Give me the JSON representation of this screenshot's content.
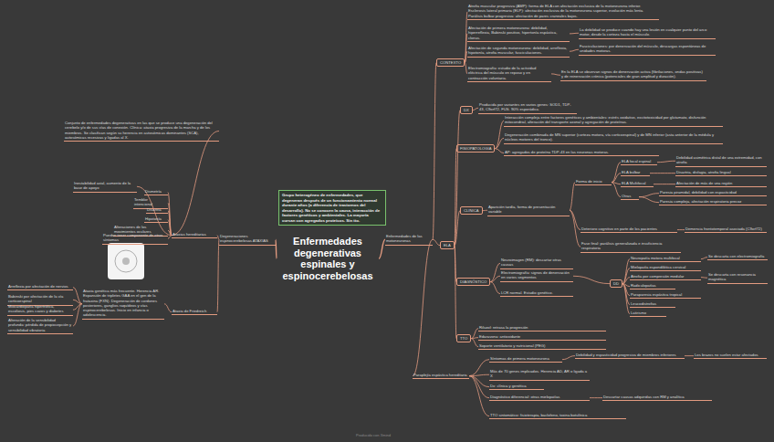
{
  "diagram": {
    "nodes": [
      {
        "text": [
          "Enfermedades degenerativas espinales y espinocerebelosas"
        ]
      },
      {
        "text": [
          "Grupo heterogéneo de enfermedades, que degeneran después de un funcionamiento normal durante años (a diferencia de trastornos del desarrollo). No se conocen la causa, interacción de factores genéticos y ambientales. La mayoría cursan con agregados proteicos. Sin tto."
        ]
      },
      {
        "text": [
          "Degeneraciones espinocerebelosas ATAXIAS"
        ]
      },
      {
        "text": [
          "Ataxias hereditarias"
        ]
      },
      {
        "text": [
          "Ataxia de Friedreich"
        ]
      },
      {
        "text": [
          "Inestabilidad axial, aumento de la base de apoyo"
        ]
      },
      {
        "text": [
          "Dismetría"
        ]
      },
      {
        "text": [
          "Temblor intencional"
        ]
      },
      {
        "text": [
          "Disartria"
        ]
      },
      {
        "text": [
          "Hipotonía"
        ]
      },
      {
        "text": [
          "Alteraciones de los movimientos oculares"
        ]
      },
      {
        "text": [
          "Pueden tener componente de otros síntomas"
        ]
      },
      {
        "text": [
          "Conjunto de enfermedades degenerativas en las que se produce una degeneración del cerebelo y/o de sus vías de conexión. Clínica: ataxia progresiva de la marcha y de los miembros. Se clasifican según su herencia en autosómicas dominantes (SCA), autosómicas recesivas y ligadas al X."
        ]
      },
      {
        "text": [
          "Ataxia genética más frecuente. Herencia AR. Expansión de tripletes GAA en el gen de la frataxina (FXN). Degeneración de cordones posteriores, ganglios raquídeos y vías espinocerebelosas. Inicio en infancia o adolescencia."
        ]
      },
      {
        "text": [
          "Arreflexia por afectación de nervios"
        ]
      },
      {
        "text": [
          "Babinski por afectación de la vía corticoespinal"
        ]
      },
      {
        "text": [
          "Miocardiopatía hipertrófica, escoliosis, pies cavos y diabetes"
        ]
      },
      {
        "text": [
          "Alteración de la sensibilidad profunda: pérdida de propiocepción y sensibilidad vibratoria"
        ]
      },
      {
        "text": [
          "Enfermedades de las motoneuronas"
        ]
      },
      {
        "text": [
          "CONTEXTO"
        ]
      },
      {
        "text": [
          "Atrofia muscular progresiva (AMP): forma de ELA con afectación exclusiva de la motoneurona inferior. Esclerosis lateral primaria (ELP): afectación exclusiva de la motoneurona superior, evolución más lenta. Parálisis bulbar progresiva: afectación de pares craneales bajos."
        ]
      },
      {
        "text": [
          "Afectación de primera motoneurona: debilidad, hiperreflexia, Babinski positivo, hipertonía espástica, clonus."
        ]
      },
      {
        "text": [
          "Afectación de segunda motoneurona: debilidad, arreflexia, hipotonía, atrofia muscular, fasciculaciones."
        ]
      },
      {
        "text": [
          "Electromiografía: estudio de la actividad eléctrica del músculo en reposo y en contracción voluntaria."
        ]
      },
      {
        "text": [
          "La debilidad se produce cuando hay una lesión en cualquier punto del arco motor, desde la corteza hasta el músculo."
        ]
      },
      {
        "text": [
          "Fasciculaciones: por denervación del músculo, descargas espontáneas de unidades motoras."
        ]
      },
      {
        "text": [
          "En la ELA se observan signos de denervación activa (fibrilaciones, ondas positivas) y de reinervación crónica (potenciales de gran amplitud y duración)."
        ]
      },
      {
        "text": [
          "ELA"
        ]
      },
      {
        "text": [
          "DX"
        ]
      },
      {
        "text": [
          "Producida por variantes en varios genes: SOD1, TDP-43, C9orf72, FUS. 90% esporádica."
        ]
      },
      {
        "text": [
          "FISIOPATOLOGÍA"
        ]
      },
      {
        "text": [
          "Interacción compleja entre factores genéticos y ambientales: estrés oxidativo, excitotoxicidad por glutamato, disfunción mitocondrial, alteración del transporte axonal y agregación de proteínas."
        ]
      },
      {
        "text": [
          "Degeneración combinada de MN superior (corteza motora, vía corticoespinal) y de MN inferior (asta anterior de la médula y núcleos motores del tronco)."
        ]
      },
      {
        "text": [
          "AP: agregados de proteína TDP-43 en las neuronas motoras."
        ]
      },
      {
        "text": [
          "CLÍNICA"
        ]
      },
      {
        "text": [
          "Aparición tardía, forma de presentación variable"
        ]
      },
      {
        "text": [
          "Forma de inicio"
        ]
      },
      {
        "text": [
          "ELA focal espinal"
        ]
      },
      {
        "text": [
          "Debilidad asimétrica distal de una extremidad, con atrofia"
        ]
      },
      {
        "text": [
          "ELA bulbar"
        ]
      },
      {
        "text": [
          "Disartria, disfagia, atrofia lingual"
        ]
      },
      {
        "text": [
          "ELA Multifocal"
        ]
      },
      {
        "text": [
          "Afectación de más de una región"
        ]
      },
      {
        "text": [
          "Otras"
        ]
      },
      {
        "text": [
          "Paresia piramidal, debilidad con espasticidad"
        ]
      },
      {
        "text": [
          "Paresia compleja, afectación respiratoria precoz"
        ]
      },
      {
        "text": [
          "Deterioro cognitivo en parte de los pacientes"
        ]
      },
      {
        "text": [
          "Fase final: parálisis generalizada e insuficiencia respiratoria"
        ]
      },
      {
        "text": [
          "Demencia frontotemporal asociada (C9orf72)"
        ]
      },
      {
        "text": [
          "DIAGNÓSTICO"
        ]
      },
      {
        "text": [
          "Neuroimagen (RM): descartar otras causas"
        ]
      },
      {
        "text": [
          "Electromiografía: signos de denervación en varios segmentos"
        ]
      },
      {
        "text": [
          "LCR normal. Estudio genético."
        ]
      },
      {
        "text": [
          "DD"
        ]
      },
      {
        "text": [
          "Neuropatía motora multifocal"
        ]
      },
      {
        "text": [
          "Mielopatía espondilótica cervical"
        ]
      },
      {
        "text": [
          "Atrofia por compresión medular"
        ]
      },
      {
        "text": [
          "Radiculopatías"
        ]
      },
      {
        "text": [
          "Paraparesia espástica tropical"
        ]
      },
      {
        "text": [
          "Leucodistrofias"
        ]
      },
      {
        "text": [
          "Latirismo"
        ]
      },
      {
        "text": [
          "Se descarta con electromiografía"
        ]
      },
      {
        "text": [
          "Se descarta con resonancia magnética"
        ]
      },
      {
        "text": [
          "TTO"
        ]
      },
      {
        "text": [
          "Riluzol: retrasa la progresión"
        ]
      },
      {
        "text": [
          "Edaravona: antioxidante"
        ]
      },
      {
        "text": [
          "Soporte ventilatorio y nutricional (PEG)"
        ]
      },
      {
        "text": [
          "Paraplejía espástica hereditaria"
        ]
      },
      {
        "text": [
          "Síntomas de primera motoneurona"
        ]
      },
      {
        "text": [
          "Debilidad y espasticidad progresiva de miembros inferiores"
        ]
      },
      {
        "text": [
          "Los brazos no suelen estar afectados"
        ]
      },
      {
        "text": [
          "Más de 70 genes implicados. Herencia AD, AR o ligada a X"
        ]
      },
      {
        "text": [
          "Dx: clínica y genética"
        ]
      },
      {
        "text": [
          "Diagnóstico diferencial: otras mielopatías"
        ]
      },
      {
        "text": [
          "Descartar causas adquiridas con RM y analítica"
        ]
      },
      {
        "text": [
          "TTO sintomático: fisioterapia, baclofeno, toxina botulínica"
        ]
      }
    ],
    "edges": [
      {
        "from": 0,
        "to": 2,
        "arrow": "none"
      },
      {
        "from": 2,
        "to": 3,
        "arrow": "none"
      },
      {
        "from": 2,
        "to": 4,
        "arrow": "none"
      },
      {
        "from": 3,
        "to": 5,
        "arrow": "none"
      },
      {
        "from": 3,
        "to": 6,
        "arrow": "none"
      },
      {
        "from": 3,
        "to": 7,
        "arrow": "none"
      },
      {
        "from": 3,
        "to": 8,
        "arrow": "none"
      },
      {
        "from": 3,
        "to": 9,
        "arrow": "none"
      },
      {
        "from": 3,
        "to": 10,
        "arrow": "none"
      },
      {
        "from": 3,
        "to": 11,
        "arrow": "none"
      },
      {
        "from": 3,
        "to": 12,
        "arrow": "none"
      },
      {
        "from": 4,
        "to": 13,
        "arrow": "none"
      },
      {
        "from": 13,
        "to": 14,
        "arrow": "none"
      },
      {
        "from": 13,
        "to": 15,
        "arrow": "none"
      },
      {
        "from": 13,
        "to": 16,
        "arrow": "none"
      },
      {
        "from": 13,
        "to": 17,
        "arrow": "none"
      },
      {
        "from": 0,
        "to": 18,
        "arrow": "none"
      },
      {
        "from": 18,
        "to": 19,
        "arrow": "none"
      },
      {
        "from": 19,
        "to": 20,
        "arrow": "none"
      },
      {
        "from": 19,
        "to": 21,
        "arrow": "none"
      },
      {
        "from": 19,
        "to": 22,
        "arrow": "none"
      },
      {
        "from": 19,
        "to": 23,
        "arrow": "none"
      },
      {
        "from": 21,
        "to": 24,
        "arrow": "none"
      },
      {
        "from": 22,
        "to": 25,
        "arrow": "none"
      },
      {
        "from": 23,
        "to": 26,
        "arrow": "none"
      },
      {
        "from": 18,
        "to": 27,
        "arrow": "none"
      },
      {
        "from": 27,
        "to": 28,
        "arrow": "none"
      },
      {
        "from": 28,
        "to": 29,
        "arrow": "none"
      },
      {
        "from": 27,
        "to": 30,
        "arrow": "none"
      },
      {
        "from": 30,
        "to": 31,
        "arrow": "none"
      },
      {
        "from": 30,
        "to": 32,
        "arrow": "none"
      },
      {
        "from": 30,
        "to": 33,
        "arrow": "none"
      },
      {
        "from": 27,
        "to": 34,
        "arrow": "none"
      },
      {
        "from": 34,
        "to": 35,
        "arrow": "none"
      },
      {
        "from": 35,
        "to": 36,
        "arrow": "none"
      },
      {
        "from": 36,
        "to": 37,
        "arrow": "none"
      },
      {
        "from": 36,
        "to": 39,
        "arrow": "none"
      },
      {
        "from": 36,
        "to": 41,
        "arrow": "none"
      },
      {
        "from": 36,
        "to": 43,
        "arrow": "none"
      },
      {
        "from": 37,
        "to": 38,
        "arrow": "none"
      },
      {
        "from": 39,
        "to": 40,
        "arrow": "none"
      },
      {
        "from": 41,
        "to": 42,
        "arrow": "none"
      },
      {
        "from": 43,
        "to": 44,
        "arrow": "none"
      },
      {
        "from": 43,
        "to": 45,
        "arrow": "none"
      },
      {
        "from": 35,
        "to": 46,
        "arrow": "none"
      },
      {
        "from": 35,
        "to": 47,
        "arrow": "none"
      },
      {
        "from": 46,
        "to": 48,
        "arrow": "none"
      },
      {
        "from": 27,
        "to": 49,
        "arrow": "none"
      },
      {
        "from": 49,
        "to": 50,
        "arrow": "none"
      },
      {
        "from": 49,
        "to": 51,
        "arrow": "none"
      },
      {
        "from": 49,
        "to": 52,
        "arrow": "none"
      },
      {
        "from": 51,
        "to": 53,
        "arrow": "none"
      },
      {
        "from": 53,
        "to": 54,
        "arrow": "none"
      },
      {
        "from": 53,
        "to": 55,
        "arrow": "none"
      },
      {
        "from": 53,
        "to": 56,
        "arrow": "none"
      },
      {
        "from": 53,
        "to": 57,
        "arrow": "none"
      },
      {
        "from": 53,
        "to": 58,
        "arrow": "none"
      },
      {
        "from": 53,
        "to": 59,
        "arrow": "none"
      },
      {
        "from": 53,
        "to": 60,
        "arrow": "none"
      },
      {
        "from": 54,
        "to": 61,
        "arrow": "none"
      },
      {
        "from": 56,
        "to": 62,
        "arrow": "none"
      },
      {
        "from": 27,
        "to": 63,
        "arrow": "none"
      },
      {
        "from": 63,
        "to": 64,
        "arrow": "none"
      },
      {
        "from": 63,
        "to": 65,
        "arrow": "none"
      },
      {
        "from": 63,
        "to": 66,
        "arrow": "none"
      },
      {
        "from": 18,
        "to": 67,
        "arrow": "none"
      },
      {
        "from": 67,
        "to": 68,
        "arrow": "none"
      },
      {
        "from": 68,
        "to": 69,
        "arrow": "none"
      },
      {
        "from": 69,
        "to": 70,
        "arrow": "none"
      },
      {
        "from": 67,
        "to": 71,
        "arrow": "none"
      },
      {
        "from": 67,
        "to": 72,
        "arrow": "none"
      },
      {
        "from": 67,
        "to": 73,
        "arrow": "none"
      },
      {
        "from": 73,
        "to": 74,
        "arrow": "none"
      },
      {
        "from": 67,
        "to": 75,
        "arrow": "none"
      }
    ],
    "labels": [
      "Producido con Xmind"
    ]
  }
}
